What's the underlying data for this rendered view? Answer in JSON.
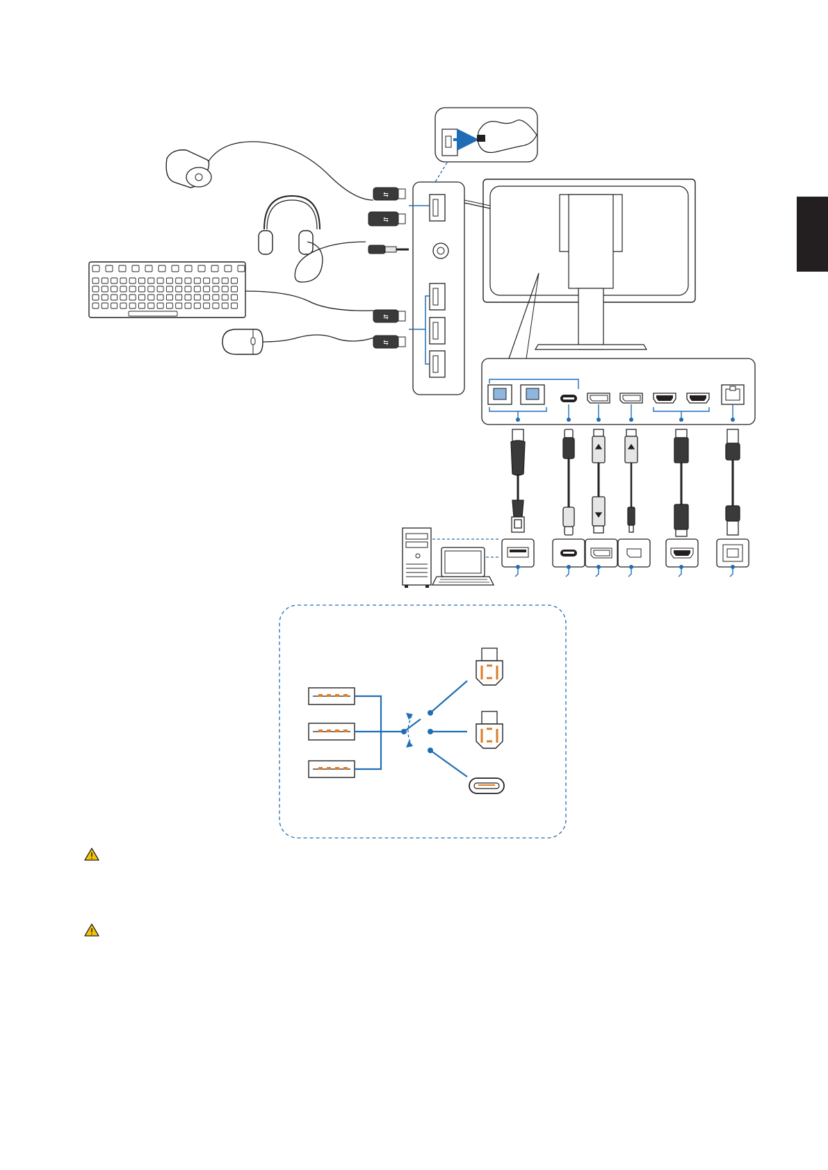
{
  "colors": {
    "line": "#231f20",
    "accent_blue": "#1f6db5",
    "port_fill": "#8eb6df",
    "pin_orange": "#e07b24",
    "warning_yellow": "#f5c400",
    "gray_fill": "#e6e6e6",
    "dark_fill": "#3a3a3a"
  },
  "icons": {
    "language_tab": "black-tab",
    "warnings": [
      "warning-triangle-icon",
      "warning-triangle-icon"
    ],
    "peripherals": [
      "calibration-sensor-icon",
      "headphones-icon",
      "keyboard-icon",
      "mouse-icon"
    ],
    "sources": [
      "desktop-pc-icon",
      "laptop-icon"
    ],
    "bottom_ports": [
      "usb-b-port",
      "usb-b-port",
      "usb-c-port",
      "displayport-port",
      "displayport-port",
      "hdmi-port",
      "hdmi-port",
      "lan-port"
    ],
    "usb_switch": [
      "usb-a-port",
      "usb-a-port",
      "usb-a-port",
      "usb-b-port",
      "usb-b-port",
      "usb-c-port"
    ]
  }
}
